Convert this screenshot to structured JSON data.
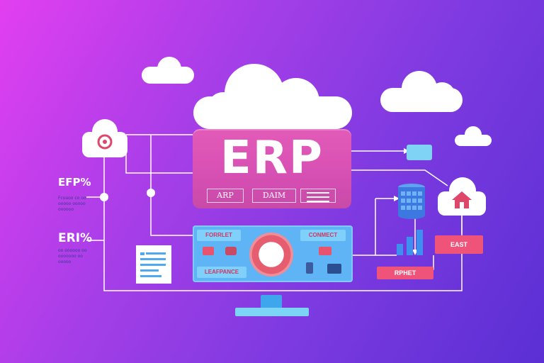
{
  "erp": {
    "title": "ERP",
    "tabs": [
      "ARP",
      "DAIM"
    ]
  },
  "dashboard": {
    "top_left": "FORRLET",
    "top_right": "CONMECT",
    "bottom_left": "LEAFPANCE"
  },
  "left": {
    "label_top": "EFP%",
    "label_top_sub": [
      "Fcoaoo co oo",
      "ooooo ooooo",
      "oooooo"
    ],
    "label_bottom": "ERI%",
    "label_bottom_sub": [
      "oo oooooo oo",
      "ooooooo oo",
      "ooooo"
    ]
  },
  "right": {
    "card_top": "EAST",
    "card_bottom": "RPHET"
  },
  "colors": {
    "accent_pink": "#d64fb3",
    "accent_blue": "#5fb4f6",
    "accent_red": "#f0537a"
  }
}
